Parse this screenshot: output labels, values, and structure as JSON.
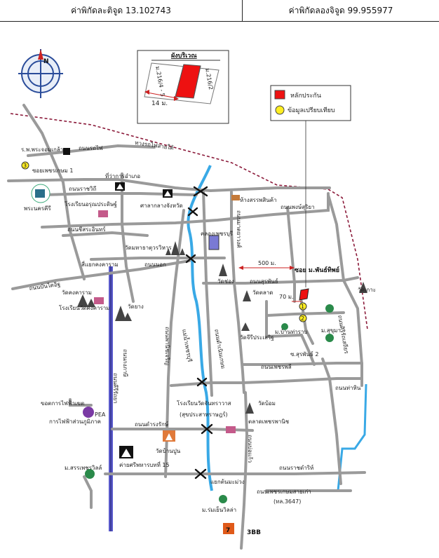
{
  "header": {
    "latitude": "ค่าพิกัดละติจูด 13.102743",
    "longitude": "ค่าพิกัดลองจิจูด 99.955977"
  },
  "inset": {
    "title": "ผังบริเวณ",
    "left_plot": "ม.216/4 - 5",
    "right_plot": "ม.216/2",
    "width_label": "14 ม."
  },
  "legend": {
    "subject": "หลักประกัน",
    "comparable": "ข้อมูลเปรียบเทียบ",
    "subject_color": "#ee1111",
    "comparable_color": "#ffee22"
  },
  "compass": {
    "north": "N"
  },
  "markers": {
    "one": "1",
    "two": "2",
    "three": "3"
  },
  "labels": {
    "railway": "ทางรถไฟสายใต้",
    "hospital": "ร.พ.พระจอมเกล้า",
    "rd_railway": "ถนนรถไฟ",
    "rd_phetkasem1": "ซอยเพชรเกษม 1",
    "district_office": "ที่ว่าการอำเภอ",
    "rd_ratchawithi": "ถนนราชวิถี",
    "phra_nakhon_khiri": "พระนครคีรี",
    "arunpradit_school": "โรงเรียนอรุณประดิษฐ์",
    "provincial_court": "ศาลากลางจังหวัด",
    "phetburi_mall": "ห้างสรรพสินค้า",
    "rd_phongsuriya": "ถนนพงษ์สุริยา",
    "rd_chisa_in": "ถนนชีสระอินทร์",
    "wat_mahathat": "วัดมหาธาตุวรวิหาร",
    "khlong_phetburi": "คลองเพชรบุรี",
    "rd_matayawong": "ถนนมาตยาวงศ์",
    "intersection": "สี่แยกคงคาราม",
    "rd_bandai_it": "ถนนบันไดอิฐ",
    "rd_nok": "ถนนนอก",
    "wat_khong": "วัดช่อง",
    "dist_500": "500 ม.",
    "soi_phanthip": "ซอย ม.พันธ์ทิพย์",
    "wat_kongkaram": "วัดคงคาราม",
    "kongkaram_school": "โรงเรียนวัดคงคาราม",
    "rd_surapan": "ถนนสุรพันธ์",
    "wat_talat": "วัดตลาด",
    "dist_70": "70 ม.",
    "wat_kat": "วัดเกาะ",
    "wat_yang": "วัดยาง",
    "phetburi_river": "แม่น้ำเพชรบุรี",
    "rd_panichcharoen": "ถนนพานิชเจริญ",
    "rd_kong_kamnon": "ถนนกงภาษี",
    "rd_damnoen_kasem": "ถนนดำเนินเกษม",
    "ban_thakrap": "ม.บ้านท่าราบ",
    "sukumma": "ม.สุขุมา",
    "wat_siriprasert": "วัดจีรีประเสริฐ",
    "soi_surapan2": "ซ.สุรพันธ์ 2",
    "rd_sirathanasathit": "ถนนศิริรัถเสถียร",
    "rd_phetphli": "ถนนเพชรพลี",
    "rd_tha_hin": "ถนนท่าหิน",
    "pea_office": "ขอตการไฟฟ้าเขต",
    "pea_regional": "การไฟฟ้าส่วนภูมิภาค",
    "pea_badge": "PEA",
    "rd_khiri_ratthaya": "ถนนคีรีรัถยา",
    "wat_chanthrawat_school": "โรงเรียนวัดจันทราวาส",
    "sujaprasat_school": "(สุขประสาทราษฎร์)",
    "wat_bom": "วัดบ้อม",
    "phetphanich_market": "ตลาดเพชรพานิช",
    "rd_damrongrat": "ถนนดำรงรักษ์",
    "wat_ban_pun": "วัดบ้านปูน",
    "phetchaburi_school": "ม.สรรเพชรวิลล์",
    "police_15": "ค่ายศรีพหารบทที่ 15",
    "rd_rajadamnoen": "ถนนราชดำริห์",
    "rd_bo_kaew": "ถนนบ่อแก้ว",
    "tonmamuang_junction": "แยกต้นมะม่วง",
    "rd_phetkasem_old": "ถนนเพชรเกษมสายเก่า",
    "route_3647": "(ทล.3647)",
    "rommayen_village": "ม.ร่มเย็นวิลล่า",
    "brand_7": "7",
    "brand_3bb": "3BB"
  }
}
